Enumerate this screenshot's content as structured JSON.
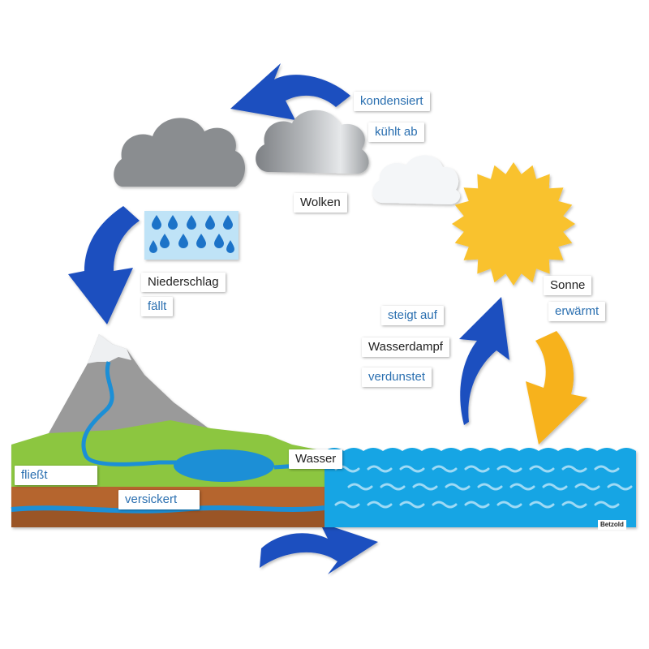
{
  "labels": {
    "kondensiert": "kondensiert",
    "kuehlt_ab": "kühlt ab",
    "wolken": "Wolken",
    "niederschlag": "Niederschlag",
    "faellt": "fällt",
    "sonne": "Sonne",
    "erwaermt": "erwärmt",
    "steigt_auf": "steigt auf",
    "wasserdampf": "Wasserdampf",
    "verdunstet": "verdunstet",
    "wasser": "Wasser",
    "fliesst": "fließt",
    "versickert": "versickert"
  },
  "brand": "Betzold",
  "colors": {
    "arrow_blue": "#1f4fbf",
    "arrow_yellow": "#f7b21a",
    "sun": "#f9c22e",
    "cloud_dark": "#8a8d90",
    "cloud_white": "#f4f6f8",
    "sea": "#12a5e4",
    "grass": "#8cc63f",
    "soil": "#b5652f",
    "mountain": "#9a9a9a",
    "river": "#1a8fd6",
    "drops": "#1e73c8",
    "label_text_verb": "#2a6fb0",
    "label_text_noun": "#222222"
  }
}
